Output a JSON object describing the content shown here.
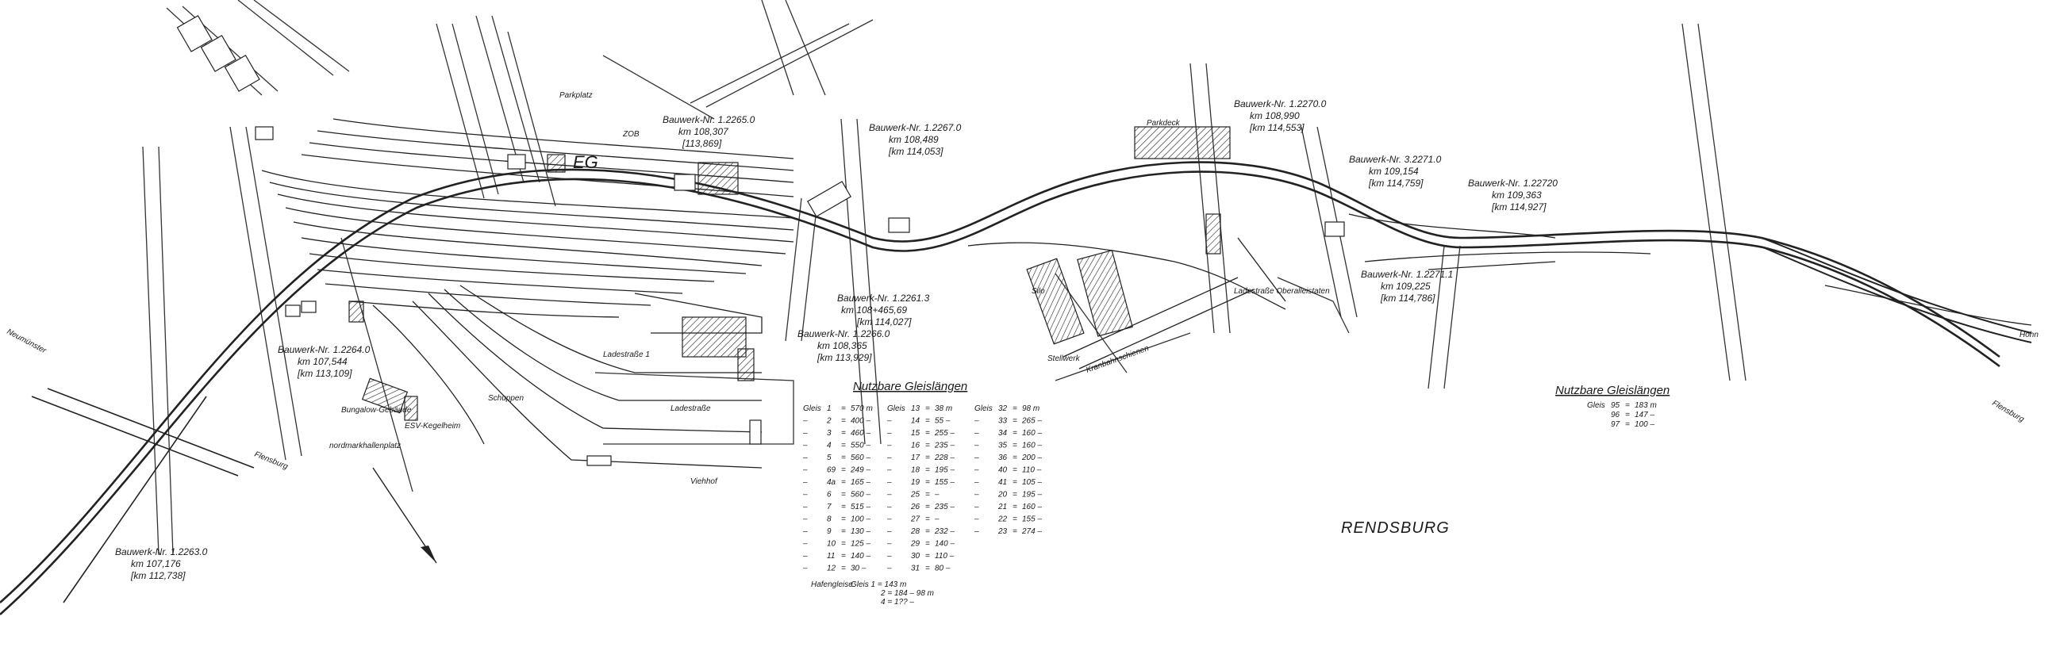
{
  "structures": [
    {
      "id": "bw_12263",
      "label": "Bauwerk-Nr. 1.2263.0",
      "km": "km 107,176",
      "km_alt": "[km 112,738]"
    },
    {
      "id": "bw_12264",
      "label": "Bauwerk-Nr. 1.2264.0",
      "km": "km 107,544",
      "km_alt": "[km 113,109]"
    },
    {
      "id": "bw_12265",
      "label": "Bauwerk-Nr. 1.2265.0",
      "km": "km 108,307",
      "km_alt": "[113,869]"
    },
    {
      "id": "bw_12267",
      "label": "Bauwerk-Nr. 1.2267.0",
      "km": "km 108,489",
      "km_alt": "[km 114,053]"
    },
    {
      "id": "bw_122613",
      "label": "Bauwerk-Nr. 1.2261.3",
      "km": "km 108+465,69",
      "km_alt": "[km 114,027]"
    },
    {
      "id": "bw_12266",
      "label": "Bauwerk-Nr. 1.2266.0",
      "km": "km 108,365",
      "km_alt": "[km 113,929]"
    },
    {
      "id": "bw_12270",
      "label": "Bauwerk-Nr. 1.2270.0",
      "km": "km 108,990",
      "km_alt": "[km 114,553]"
    },
    {
      "id": "bw_32271",
      "label": "Bauwerk-Nr. 3.2271.0",
      "km": "km 109,154",
      "km_alt": "[km 114,759]"
    },
    {
      "id": "bw_12272",
      "label": "Bauwerk-Nr. 1.22720",
      "km": "km 109,363",
      "km_alt": "[km 114,927]"
    },
    {
      "id": "bw_122711",
      "label": "Bauwerk-Nr. 1.2271.1",
      "km": "km 109,225",
      "km_alt": "[km 114,786]"
    }
  ],
  "place_labels": {
    "neumuenster": "Neumünster",
    "flensburg_left": "Flensburg",
    "flensburg_right": "Flensburg",
    "hohn": "Hohn",
    "zob": "ZOB",
    "parkplatz": "Parkplatz",
    "parkdeck": "Parkdeck",
    "bungalow": "Bungalow-Gebäude",
    "esv": "ESV-Kegelheim",
    "ladestrasse_1": "Ladestraße 1",
    "ladestrasse_2": "Ladestraße",
    "ladestrasse_3": "Ladestraße Oberalleistaten",
    "schuppen": "Schuppen",
    "silo": "Silo",
    "kranbahn": "Kranbahnschienen",
    "viehhof": "Viehhof",
    "eg": "EG",
    "stellwerk": "Stellwerk",
    "nordmarkhalle": "nordmarkhallenplatz",
    "rendsburg": "RENDSBURG"
  },
  "table_left": {
    "title": "Nutzbare Gleislängen",
    "col1": [
      [
        "Gleis",
        "1",
        "=",
        "570 m"
      ],
      [
        "–",
        "2",
        "=",
        "400 –"
      ],
      [
        "–",
        "3",
        "=",
        "460 –"
      ],
      [
        "–",
        "4",
        "=",
        "550 –"
      ],
      [
        "–",
        "5",
        "=",
        "560 –"
      ],
      [
        "–",
        "69",
        "=",
        "249 –"
      ],
      [
        "–",
        "4a",
        "=",
        "165 –"
      ],
      [
        "–",
        "6",
        "=",
        "560 –"
      ],
      [
        "–",
        "7",
        "=",
        "515 –"
      ],
      [
        "–",
        "8",
        "=",
        "100 –"
      ],
      [
        "–",
        "9",
        "=",
        "130 –"
      ],
      [
        "–",
        "10",
        "=",
        "125 –"
      ],
      [
        "–",
        "11",
        "=",
        "140 –"
      ],
      [
        "–",
        "12",
        "=",
        "30 –"
      ]
    ],
    "col2": [
      [
        "Gleis",
        "13",
        "=",
        "38 m"
      ],
      [
        "–",
        "14",
        "=",
        "55 –"
      ],
      [
        "–",
        "15",
        "=",
        "255 –"
      ],
      [
        "–",
        "16",
        "=",
        "235 –"
      ],
      [
        "–",
        "17",
        "=",
        "228 –"
      ],
      [
        "–",
        "18",
        "=",
        "195 –"
      ],
      [
        "–",
        "19",
        "=",
        "155 –"
      ],
      [
        "–",
        "25",
        "=",
        "–"
      ],
      [
        "–",
        "26",
        "=",
        "235 –"
      ],
      [
        "–",
        "27",
        "=",
        "–"
      ],
      [
        "–",
        "28",
        "=",
        "232 –"
      ],
      [
        "–",
        "29",
        "=",
        "140 –"
      ],
      [
        "–",
        "30",
        "=",
        "110 –"
      ],
      [
        "–",
        "31",
        "=",
        "80 –"
      ]
    ],
    "col3": [
      [
        "Gleis",
        "32",
        "=",
        "98 m"
      ],
      [
        "–",
        "33",
        "=",
        "265 –"
      ],
      [
        "–",
        "34",
        "=",
        "160 –"
      ],
      [
        "–",
        "35",
        "=",
        "160 –"
      ],
      [
        "–",
        "36",
        "=",
        "200 –"
      ],
      [
        "–",
        "40",
        "=",
        "110 –"
      ],
      [
        "–",
        "41",
        "=",
        "105 –"
      ],
      [
        "–",
        "20",
        "=",
        "195 –"
      ],
      [
        "–",
        "21",
        "=",
        "160 –"
      ],
      [
        "–",
        "22",
        "=",
        "155 –"
      ],
      [
        "–",
        "23",
        "=",
        "274 –"
      ]
    ],
    "footnote_label": "Hafengleise:",
    "footnote_lines": [
      "Gleis  1 = 143 m",
      "2 = 184 – 98 m",
      "4 = 1?? –"
    ]
  },
  "table_right": {
    "title": "Nutzbare Gleislängen",
    "rows": [
      [
        "Gleis",
        "95",
        "=",
        "183 m"
      ],
      [
        "",
        "96",
        "=",
        "147 –"
      ],
      [
        "",
        "97",
        "=",
        "100 –"
      ]
    ]
  }
}
